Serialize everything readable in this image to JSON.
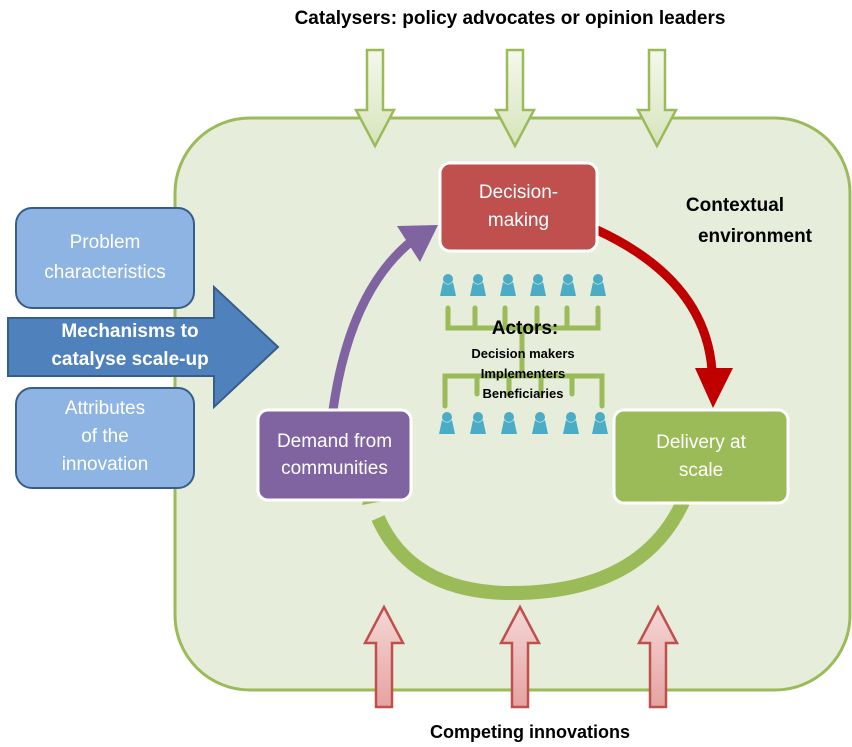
{
  "top_label": "Catalysers: policy advocates or opinion leaders",
  "bottom_label": "Competing innovations",
  "context_label_line1": "Contextual",
  "context_label_line2": "environment",
  "left_boxes": {
    "problem_line1": "Problem",
    "problem_line2": "characteristics",
    "mechanisms_line1": "Mechanisms to",
    "mechanisms_line2": "catalyse scale-up",
    "attributes_line1": "Attributes",
    "attributes_line2": "of the",
    "attributes_line3": "innovation"
  },
  "cycle": {
    "decision_line1": "Decision-",
    "decision_line2": "making",
    "delivery_line1": "Delivery at",
    "delivery_line2": "scale",
    "demand_line1": "Demand from",
    "demand_line2": "communities"
  },
  "actors": {
    "title": "Actors:",
    "line1": "Decision makers",
    "line2": "Implementers",
    "line3": "Beneficiaries"
  },
  "colors": {
    "environment_fill": "#e6eedb",
    "environment_stroke": "#9bbb59",
    "blue_box": "#8eb4e3",
    "blue_arrow": "#4f81bd",
    "decision": "#c0504d",
    "delivery": "#9bbb59",
    "demand": "#8064a2",
    "person": "#4bacc6",
    "competing": "#c0504d"
  }
}
